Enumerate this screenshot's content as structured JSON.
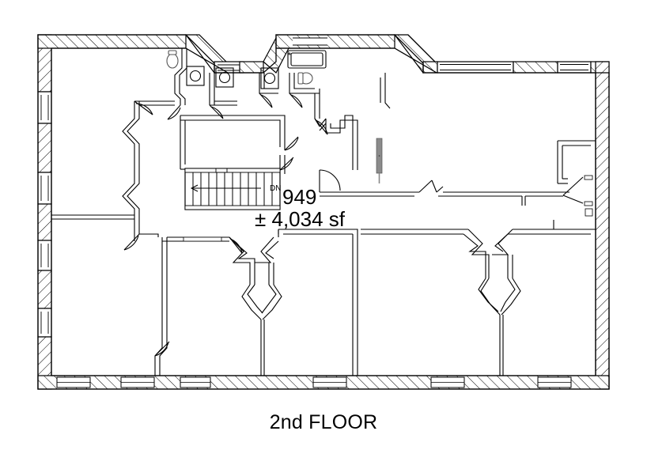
{
  "sheet": {
    "title": "2nd FLOOR",
    "drawing_type": "floor-plan"
  },
  "unit": {
    "number": "949",
    "area": "± 4,034 sf"
  },
  "annotations": {
    "stair_direction": "DN"
  },
  "colors": {
    "line": "#000000",
    "wall_fill": "#ffffff",
    "hatch": "#000000",
    "door_panel": "#808080",
    "background": "#ffffff"
  },
  "legend": {
    "exterior_wall": "hatched masonry wall",
    "interior_wall": "double-line partition",
    "window": "gap with thin sill lines",
    "door": "leaf with quarter-circle swing arc"
  },
  "fixtures": [
    {
      "name": "toilet",
      "count": 3
    },
    {
      "name": "sink",
      "count": 3
    },
    {
      "name": "bathtub",
      "count": 1
    }
  ],
  "stair": {
    "treads": 12,
    "direction_label": "DN"
  }
}
